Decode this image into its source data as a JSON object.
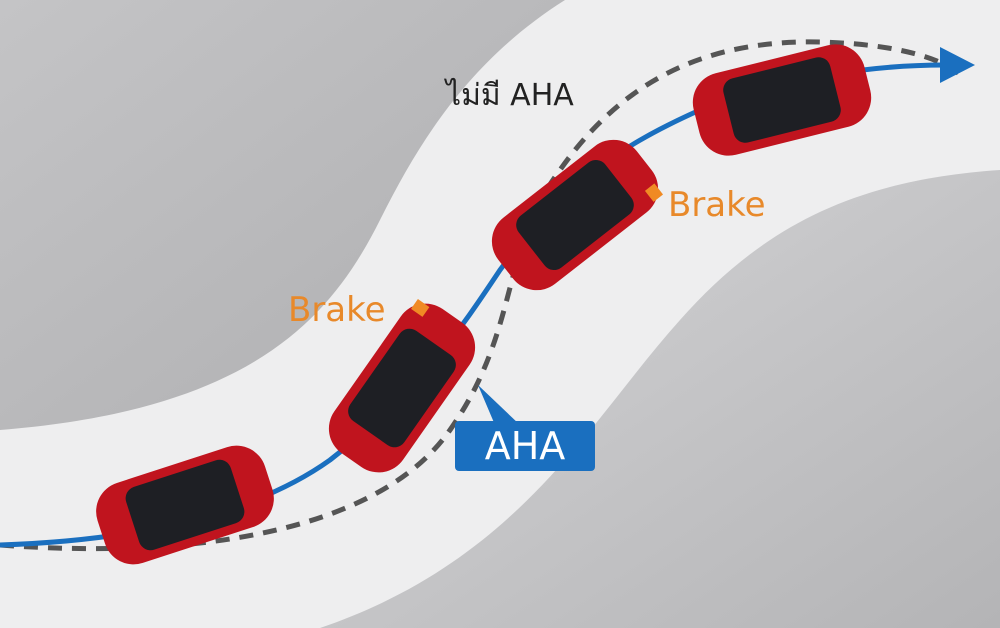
{
  "labels": {
    "without_aha": "ไม่มี AHA",
    "brake_right": "Brake",
    "brake_left": "Brake",
    "aha": "AHA"
  },
  "colors": {
    "road": "#eeeeef",
    "shoulder": "#b9b9bb",
    "blue_path": "#1a6fbf",
    "dashed_path": "#555555",
    "car": "#c0141e",
    "brake_text": "#e8892a"
  }
}
